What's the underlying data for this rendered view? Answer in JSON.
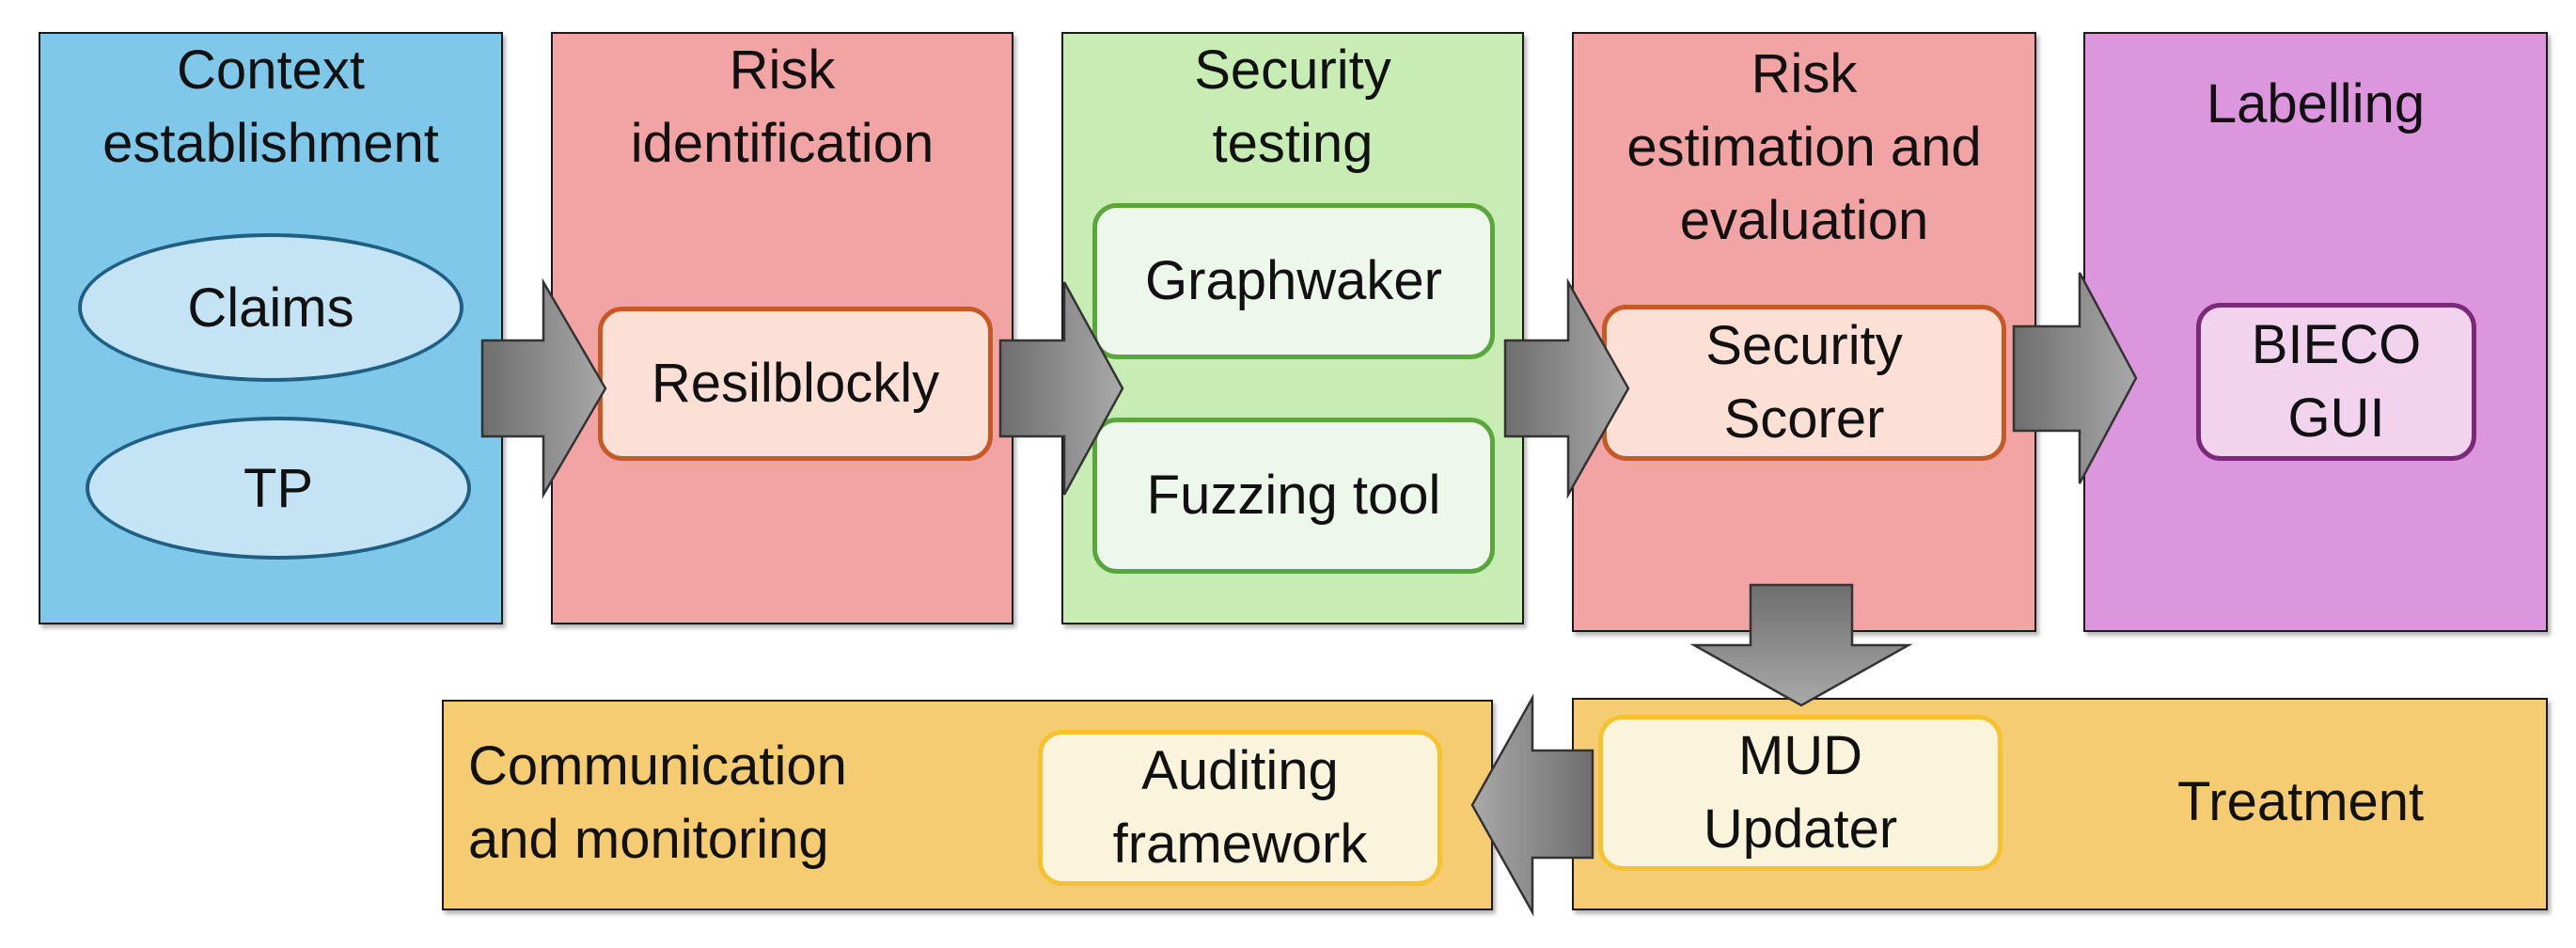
{
  "colors": {
    "context": "#7fc8ea",
    "risk": "#f2a4a5",
    "testing": "#c7ecb4",
    "labelling": "#dc96de",
    "bottom": "#f5cc72",
    "arrow": "#8c8c8c"
  },
  "stages": {
    "context": {
      "title": "Context\nestablishment",
      "items": [
        "Claims",
        "TP"
      ]
    },
    "risk_identification": {
      "title": "Risk\nidentification",
      "tool": "Resilblockly"
    },
    "security_testing": {
      "title": "Security\ntesting",
      "tools": [
        "Graphwaker",
        "Fuzzing tool"
      ]
    },
    "risk_estimation": {
      "title": "Risk\nestimation and\nevaluation",
      "tool": "Security\nScorer"
    },
    "labelling": {
      "title": "Labelling",
      "tool": "BIECO\nGUI"
    },
    "communication": {
      "title": "Communication\nand monitoring",
      "tool": "Auditing\nframework"
    },
    "treatment": {
      "title": "Treatment",
      "tool": "MUD\nUpdater"
    }
  }
}
